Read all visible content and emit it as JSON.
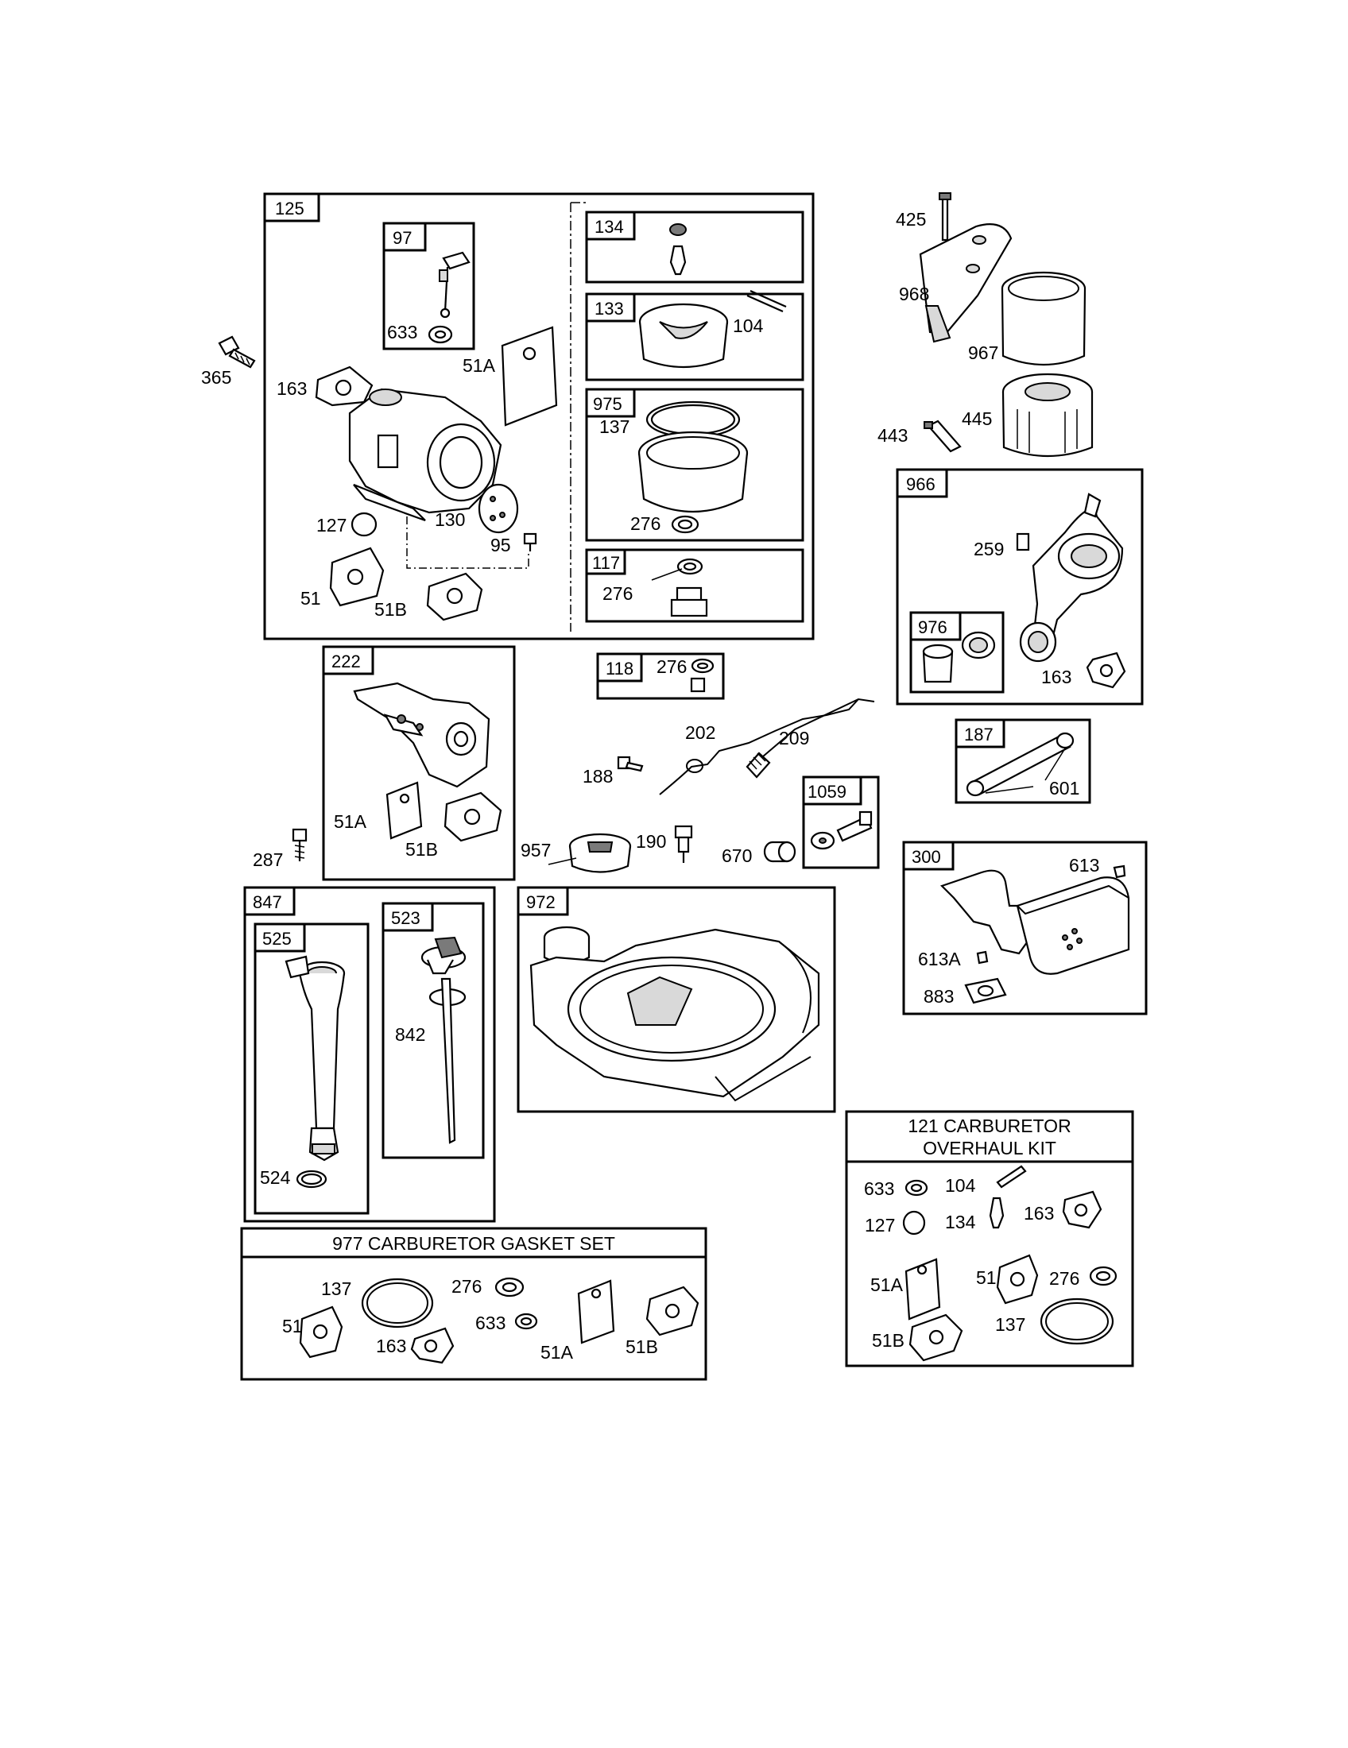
{
  "boxes": {
    "b125": "125",
    "b97": "97",
    "b134": "134",
    "b133": "133",
    "b975": "975",
    "b117": "117",
    "b222": "222",
    "b118": "118",
    "b966": "966",
    "b976": "976",
    "b187": "187",
    "b1059": "1059",
    "b300": "300",
    "b847": "847",
    "b525": "525",
    "b523": "523",
    "b972": "972"
  },
  "labels": {
    "l633a": "633",
    "l51Aa": "51A",
    "l163a": "163",
    "l365": "365",
    "l127a": "127",
    "l130": "130",
    "l95": "95",
    "l51a": "51",
    "l51Ba": "51B",
    "l104a": "104",
    "l137a": "137",
    "l276a": "276",
    "l276b": "276",
    "l425": "425",
    "l968": "968",
    "l967": "967",
    "l445": "445",
    "l443": "443",
    "l259": "259",
    "l163b": "163",
    "l276c": "276",
    "l202": "202",
    "l209": "209",
    "l188": "188",
    "l51Ab": "51A",
    "l51Bb": "51B",
    "l287": "287",
    "l957": "957",
    "l190": "190",
    "l670": "670",
    "l601": "601",
    "l613": "613",
    "l613A": "613A",
    "l883": "883",
    "l842": "842",
    "l524": "524",
    "k633": "633",
    "k104": "104",
    "k127": "127",
    "k134": "134",
    "k163": "163",
    "k51A": "51A",
    "k51": "51",
    "k276": "276",
    "k51B": "51B",
    "k137": "137",
    "g137": "137",
    "g276": "276",
    "g51": "51",
    "g163": "163",
    "g633": "633",
    "g51A": "51A",
    "g51B": "51B"
  },
  "kits": {
    "overhaul_line1": "121 CARBURETOR",
    "overhaul_line2": "OVERHAUL KIT",
    "gasket_set": "977 CARBURETOR  GASKET SET"
  }
}
